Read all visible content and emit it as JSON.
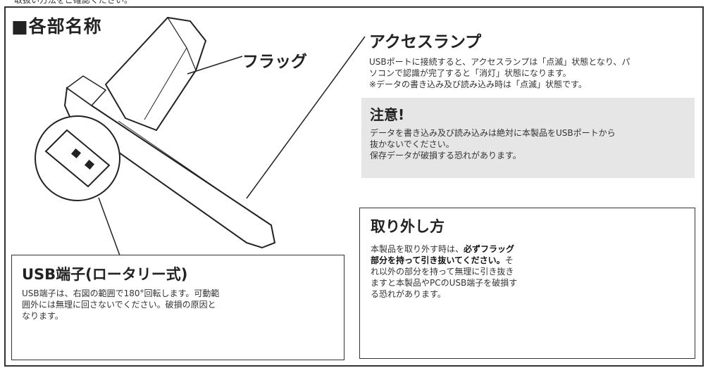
{
  "top_text": "取扱い方法をご確認ください。",
  "section_title": "■各部名称",
  "flag_label": "フラッグ",
  "access_lamp": {
    "title": "アクセスランプ",
    "line1": "USBポートに接続すると、アクセスランプは「点滅」状態となり、パ",
    "line2": "ソコンで認識が完了すると「消灯」状態になります。",
    "line3": "※データの書き込み及び読み込み時は「点滅」状態です。"
  },
  "caution": {
    "title": "注意!",
    "line1": "データを書き込み及び読み込みは絶対に本製品をUSBポートから",
    "line2": "抜かないでください。",
    "line3": "保存データが破損する恐れがあります。"
  },
  "removal": {
    "title": "取り外し方",
    "text_a": "本製品を取り外す時は、",
    "bold_a": "必ず",
    "bold_b": "フラッグ部分を持って引き抜いてください。",
    "text_b": "それ以外の部分を持って無理に引き抜きますと本製品やPCのUSB端子を破損する恐れがあります。"
  },
  "usb_terminal": {
    "title": "USB端子(ロータリー式)",
    "text": "USB端子は、右図の範囲で180°回転します。可動範囲外には無理に回さないでください。破損の原因となります。"
  }
}
